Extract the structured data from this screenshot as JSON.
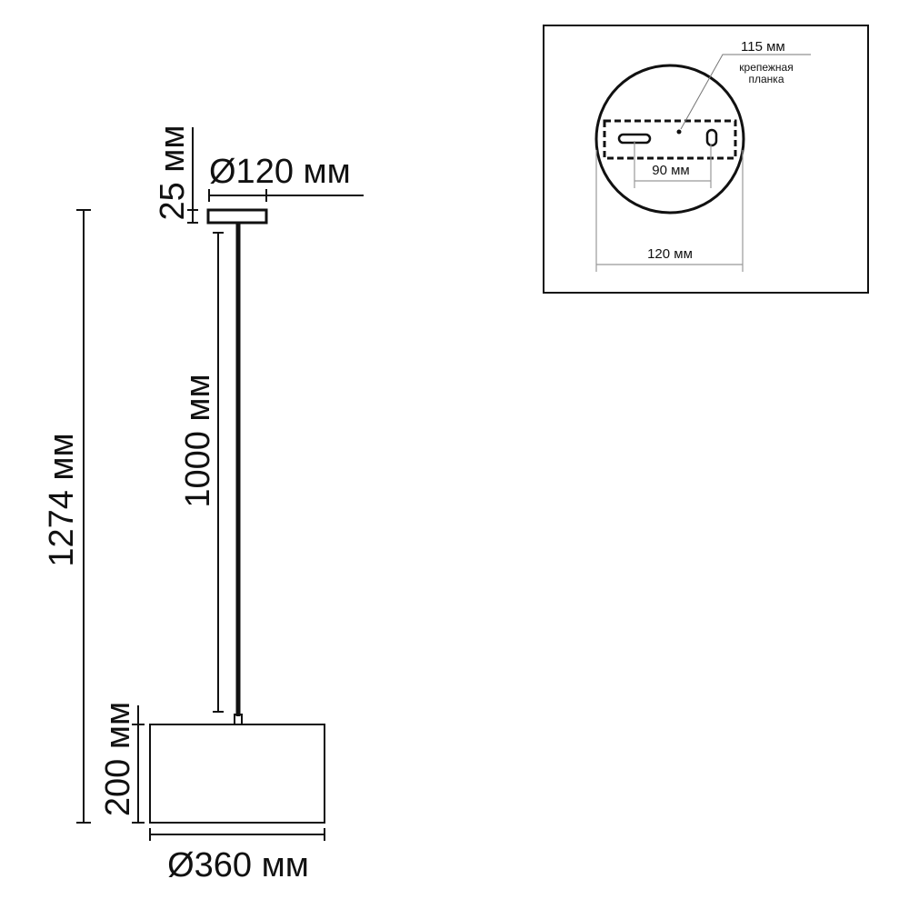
{
  "side_view": {
    "total_height": "1274 мм",
    "cord_length": "1000 мм",
    "canopy_height": "25 мм",
    "canopy_diameter": "Ø120 мм",
    "shade_height": "200 мм",
    "shade_diameter": "Ø360 мм"
  },
  "top_view": {
    "bracket_length": "115 мм",
    "bracket_label_line1": "крепежная",
    "bracket_label_line2": "планка",
    "hole_spacing": "90 мм",
    "canopy_diameter": "120 мм"
  },
  "colors": {
    "line": "#111111",
    "dim_line": "#999999"
  }
}
